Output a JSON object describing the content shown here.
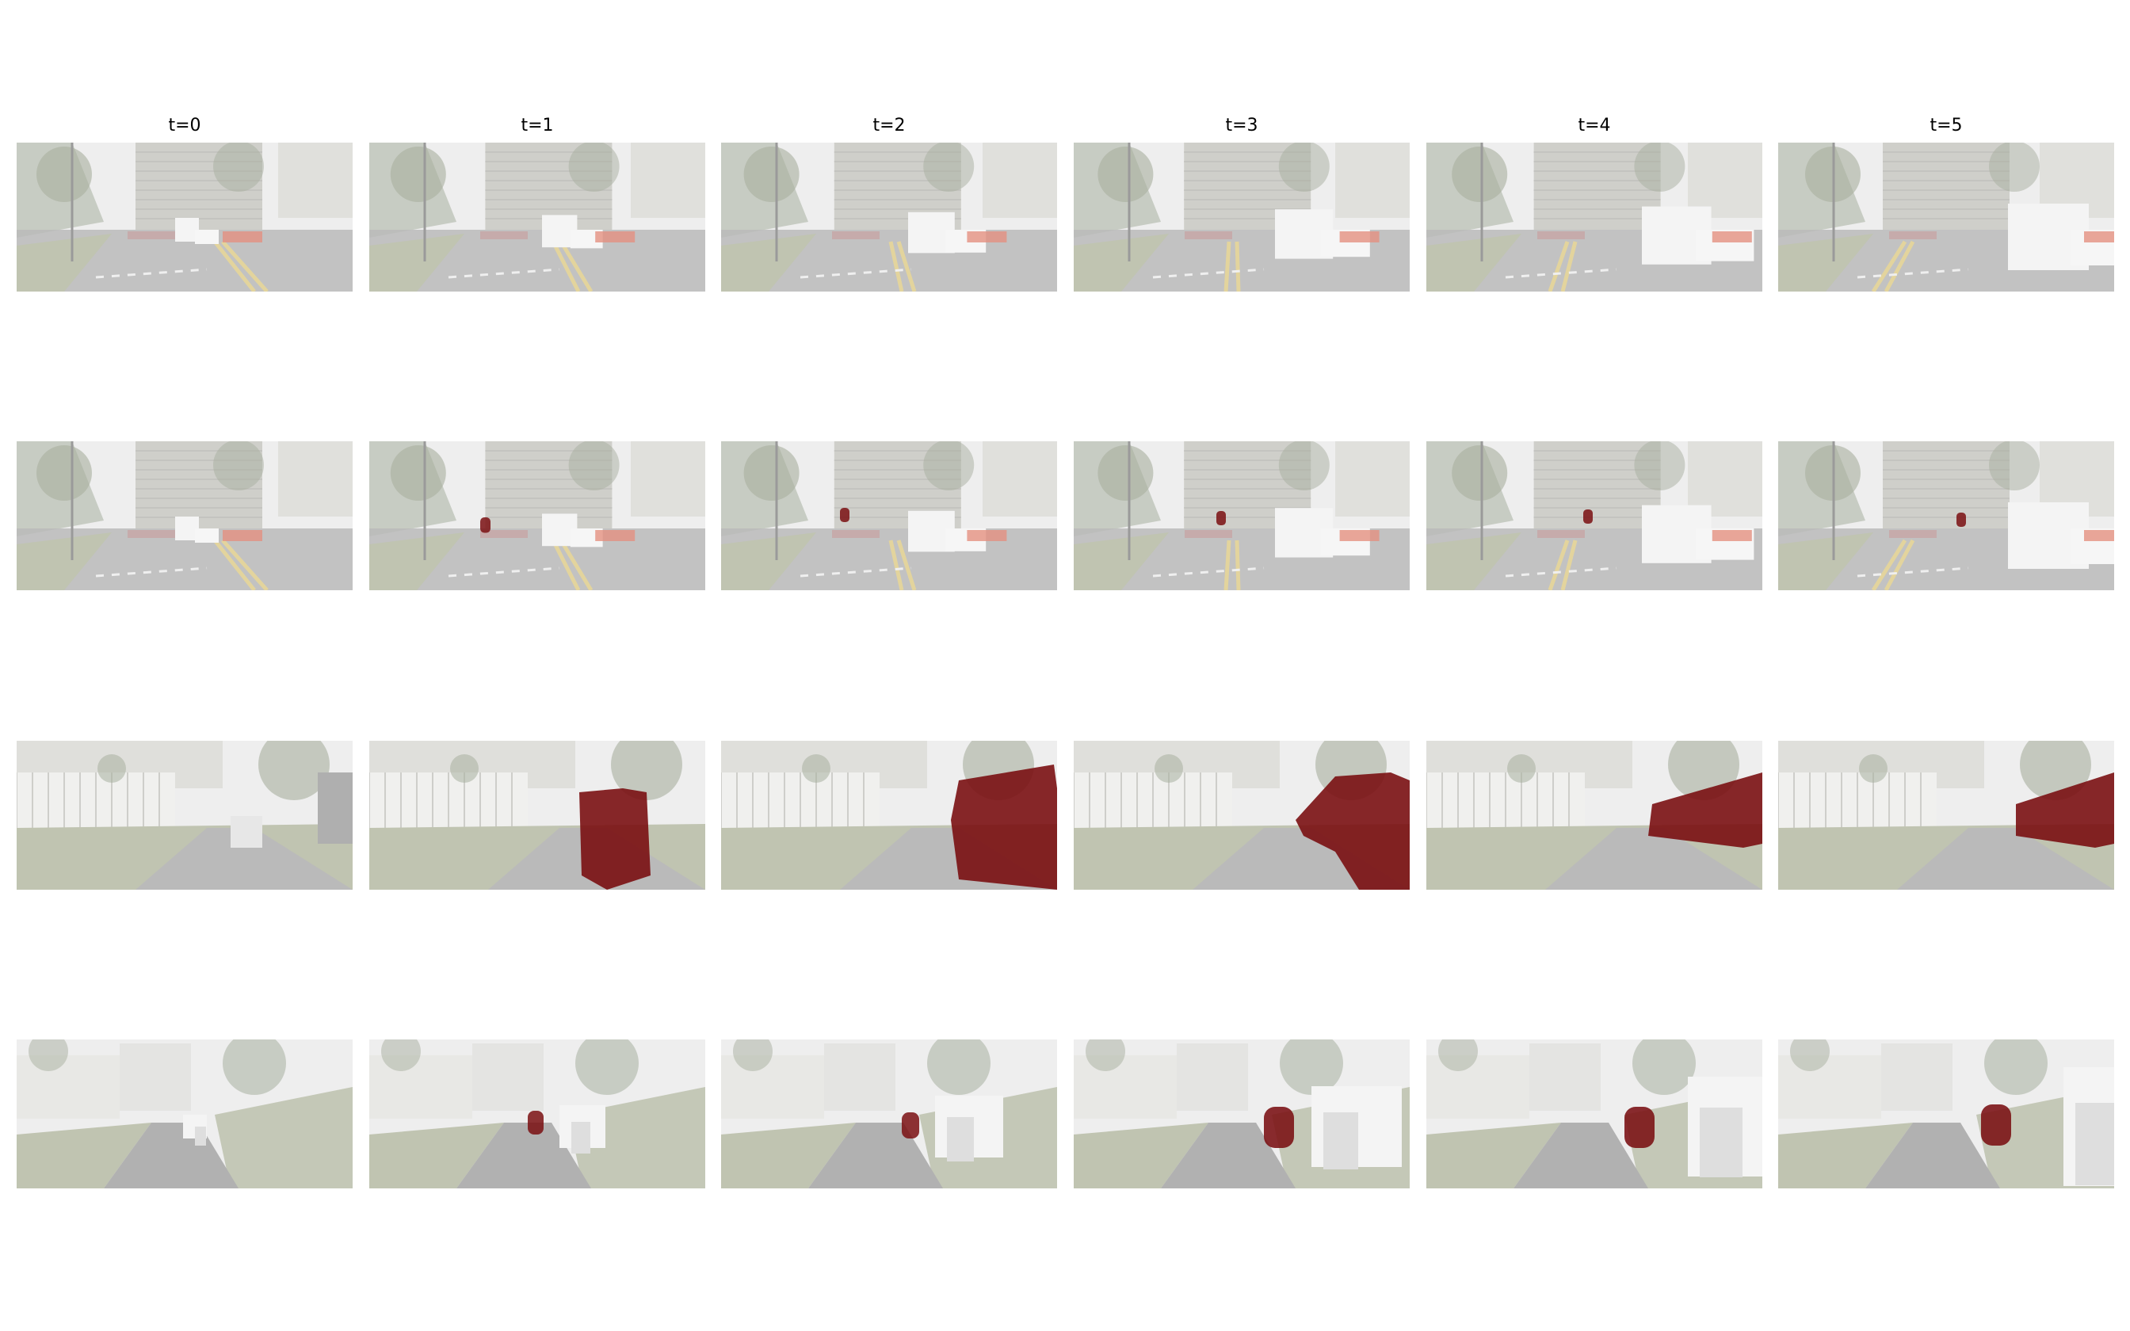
{
  "columns": [
    "t=0",
    "t=1",
    "t=2",
    "t=3",
    "t=4",
    "t=5"
  ],
  "rows": [
    {
      "scene": "city-street",
      "masks": [
        null,
        null,
        null,
        null,
        null,
        null
      ]
    },
    {
      "scene": "city-street",
      "masks": [
        "none",
        "small",
        "small",
        "small",
        "small",
        "small"
      ]
    },
    {
      "scene": "truck-pass",
      "masks": [
        "none",
        "truck",
        "truck",
        "truck-partial",
        "truck-edge",
        "truck-edge"
      ]
    },
    {
      "scene": "road-truck",
      "masks": [
        "none",
        "small",
        "small",
        "medium",
        "medium",
        "medium"
      ]
    }
  ],
  "colors": {
    "mask": "#7a0f12",
    "sky": "#e6e6e6",
    "road": "#9a9a9a",
    "grass": "#a2a88c",
    "building": "#b9b9b2",
    "tree": "#7f8a72",
    "barrier": "#d85c45"
  }
}
